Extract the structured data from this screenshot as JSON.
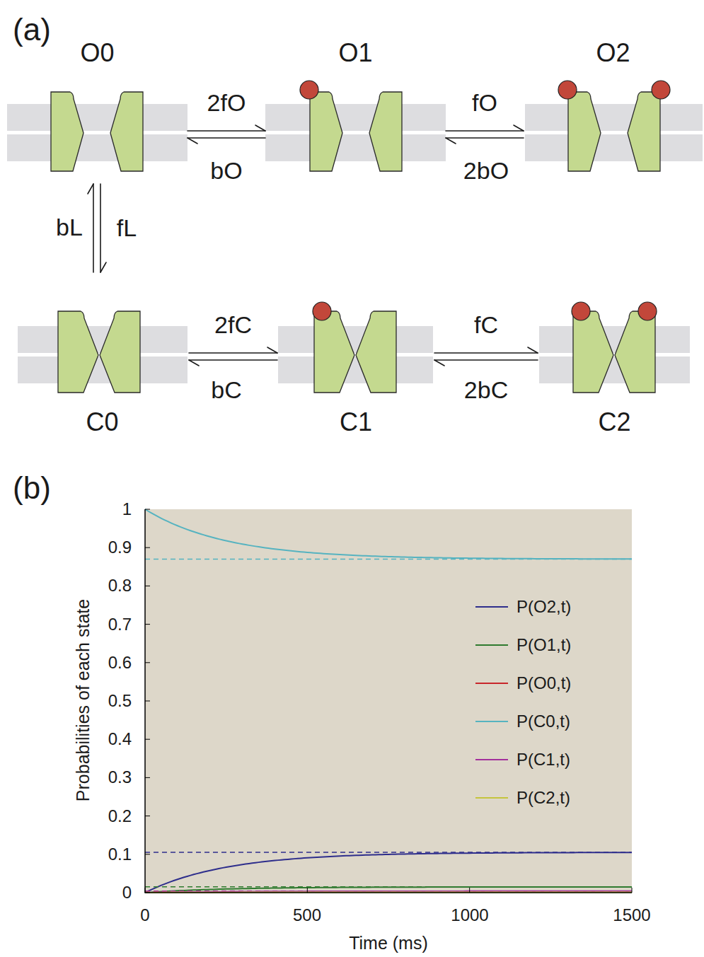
{
  "diagram": {
    "nodes": [
      {
        "text": [
          "O0"
        ]
      },
      {
        "text": [
          "O1"
        ]
      },
      {
        "text": [
          "O2"
        ]
      },
      {
        "text": [
          "C0"
        ]
      },
      {
        "text": [
          "C1"
        ]
      },
      {
        "text": [
          "C2"
        ]
      }
    ],
    "edges": [
      {
        "from": 0,
        "to": 1,
        "label": "2fO",
        "arrow": "both"
      },
      {
        "from": 1,
        "to": 2,
        "label": "fO",
        "arrow": "both"
      },
      {
        "from": 0,
        "to": 3,
        "label": "fL",
        "arrow": "both"
      },
      {
        "from": 3,
        "to": 4,
        "label": "2fC",
        "arrow": "both"
      },
      {
        "from": 4,
        "to": 5,
        "label": "fC",
        "arrow": "both"
      }
    ],
    "labels": [
      "(a)",
      "bO",
      "2bO",
      "bL",
      "bC",
      "2bC",
      "(b)",
      "1",
      "0.9",
      "0.8",
      "0.7",
      "0.6",
      "0.5",
      "0.4",
      "0.3",
      "0.2",
      "0.1",
      "0",
      "0",
      "500",
      "1000",
      "1500",
      "Probabilities of each state",
      "Time (ms)"
    ],
    "legend": [
      {
        "text": "P(O2,t)",
        "color": "#2e2e8c"
      },
      {
        "text": "P(O1,t)",
        "color": "#2f7a2f"
      },
      {
        "text": "P(O0,t)",
        "color": "#c8262a"
      },
      {
        "text": "P(C0,t)",
        "color": "#56b3c0"
      },
      {
        "text": "P(C1,t)",
        "color": "#a3309c"
      },
      {
        "text": "P(C2,t)",
        "color": "#c5c43c"
      }
    ]
  }
}
